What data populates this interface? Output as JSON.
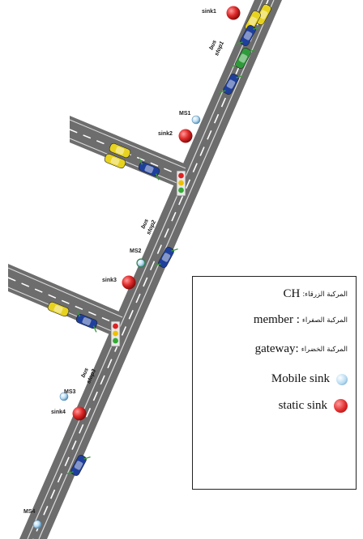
{
  "sinks": {
    "sink1": "sink1",
    "sink2": "sink2",
    "sink3": "sink3",
    "sink4": "sink4"
  },
  "mobile_sinks": {
    "ms1": "MS1",
    "ms2": "MS2",
    "ms3": "MS3",
    "ms4": "MS4"
  },
  "bus_stops": {
    "bus": "bus",
    "stop1": "stop1",
    "stop2": "stop2",
    "stop3": "stop3"
  },
  "legend": {
    "ch_ar": "المركبة الزرقاء:",
    "ch_en": "CH",
    "member_en": "member :",
    "member_ar": "المركبة الصفراء",
    "gateway_en": "gateway:",
    "gateway_ar": "المركبة الخضراء",
    "mobile_sink": "Mobile sink",
    "static_sink": "static sink"
  },
  "colors": {
    "road": "#6b6b6b",
    "static_sink": "#d92b2b",
    "mobile_sink": "#a9d3ef",
    "ch_vehicle": "#1f3f9c",
    "member_vehicle": "#e7d21f",
    "gateway_vehicle": "#2f9a3a"
  }
}
